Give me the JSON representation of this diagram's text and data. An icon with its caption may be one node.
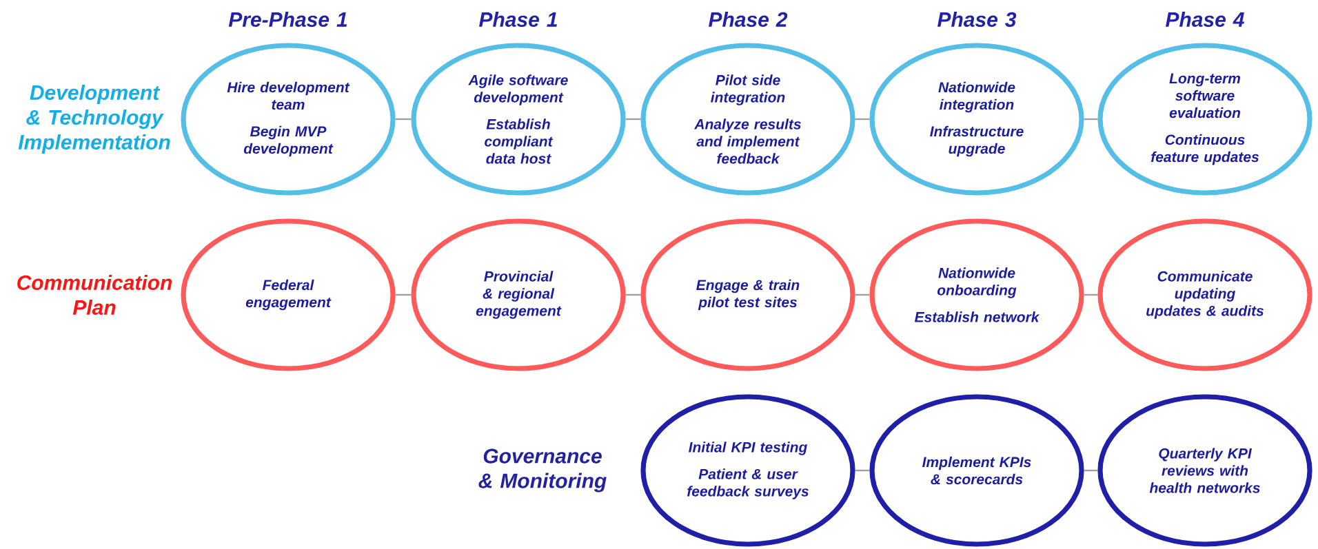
{
  "diagram": {
    "nodes": [
      {
        "text": [
          "Hire development team",
          "Begin MVP development"
        ]
      },
      {
        "text": [
          "Agile software development",
          "Establish compliant data host"
        ]
      },
      {
        "text": [
          "Pilot side integration",
          "Analyze results and implement feedback"
        ]
      },
      {
        "text": [
          "Nationwide integration",
          "Infrastructure upgrade"
        ]
      },
      {
        "text": [
          "Long-term software evaluation",
          "Continuous feature updates"
        ]
      },
      {
        "text": [
          "Federal engagement"
        ]
      },
      {
        "text": [
          "Provincial & regional engagement"
        ]
      },
      {
        "text": [
          "Engage & train pilot test sites"
        ]
      },
      {
        "text": [
          "Nationwide onboarding",
          "Establish network"
        ]
      },
      {
        "text": [
          "Communicate updating updates & audits"
        ]
      },
      {
        "text": [
          "Initial KPI testing",
          "Patient & user feedback surveys"
        ]
      },
      {
        "text": [
          "Implement KPIs & scorecards"
        ]
      },
      {
        "text": [
          "Quarterly KPI reviews with health networks"
        ]
      }
    ],
    "edges": [
      {
        "from": 0,
        "to": 1,
        "arrow": "none"
      },
      {
        "from": 1,
        "to": 2,
        "arrow": "none"
      },
      {
        "from": 2,
        "to": 3,
        "arrow": "none"
      },
      {
        "from": 3,
        "to": 4,
        "arrow": "none"
      },
      {
        "from": 5,
        "to": 6,
        "arrow": "none"
      },
      {
        "from": 6,
        "to": 7,
        "arrow": "none"
      },
      {
        "from": 7,
        "to": 8,
        "arrow": "none"
      },
      {
        "from": 8,
        "to": 9,
        "arrow": "none"
      },
      {
        "from": 10,
        "to": 11,
        "arrow": "none"
      },
      {
        "from": 11,
        "to": 12,
        "arrow": "none"
      }
    ],
    "labels": [
      "Pre-Phase 1",
      "Phase 1",
      "Phase 2",
      "Phase 3",
      "Phase 4",
      "Development & Technology Implementation",
      "Communication Plan",
      "Governance & Monitoring"
    ]
  }
}
